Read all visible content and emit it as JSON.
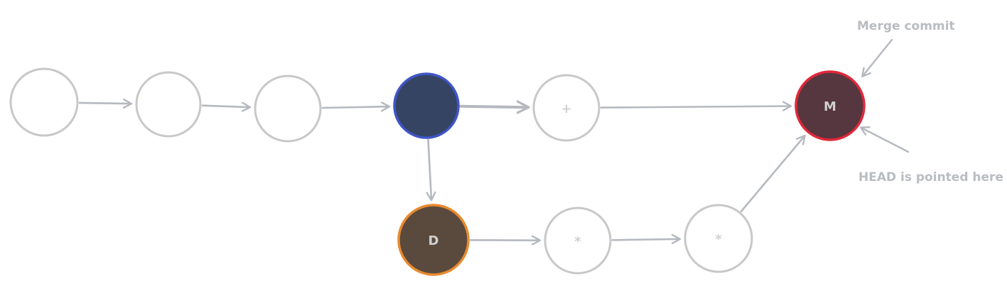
{
  "colors": {
    "stroke": "#c8c8c8",
    "arrow": "#b5b9bf",
    "label_text": "#d8d8d8",
    "annotation_text": "#b9bcc1",
    "branch_point_fill": "#354463",
    "branch_point_border": "#3f55c8",
    "branch_commit_fill": "#5a4a3e",
    "branch_commit_border": "#e88a2e",
    "merge_fill": "#56363f",
    "merge_border": "#e0283a"
  },
  "nodes": [
    {
      "id": "c1",
      "label": "",
      "kind": "commit"
    },
    {
      "id": "c2",
      "label": "",
      "kind": "commit"
    },
    {
      "id": "c3",
      "label": "",
      "kind": "commit"
    },
    {
      "id": "c4",
      "label": "",
      "kind": "branch-point"
    },
    {
      "id": "c5",
      "label": "+",
      "kind": "commit"
    },
    {
      "id": "d",
      "label": "D",
      "kind": "branch-commit"
    },
    {
      "id": "s1",
      "label": "*",
      "kind": "commit"
    },
    {
      "id": "s2",
      "label": "*",
      "kind": "commit"
    },
    {
      "id": "m",
      "label": "M",
      "kind": "merge"
    }
  ],
  "edges": [
    {
      "from": "c1",
      "to": "c2"
    },
    {
      "from": "c2",
      "to": "c3"
    },
    {
      "from": "c3",
      "to": "c4"
    },
    {
      "from": "c4",
      "to": "c5"
    },
    {
      "from": "c4",
      "to": "d"
    },
    {
      "from": "d",
      "to": "s1"
    },
    {
      "from": "s1",
      "to": "s2"
    },
    {
      "from": "s2",
      "to": "m"
    },
    {
      "from": "c5",
      "to": "m"
    }
  ],
  "annotations": {
    "merge_commit": "Merge commit",
    "head_pointer": "HEAD is pointed here"
  }
}
